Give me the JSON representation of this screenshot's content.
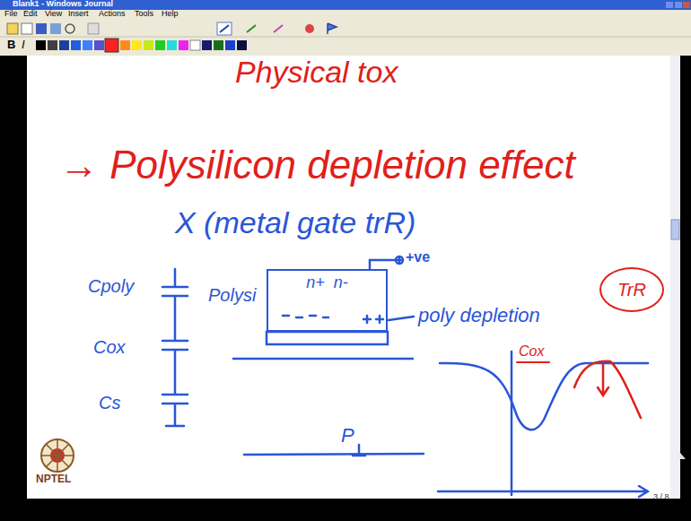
{
  "diagram": {
    "nodes": [
      {
        "text": [
          "n+",
          "n-"
        ]
      },
      {
        "text": [
          "TrR"
        ]
      }
    ],
    "labels": [
      "Blank1 - Windows Journal",
      "File",
      "Edit",
      "View",
      "Insert",
      "Actions",
      "Tools",
      "Help",
      "B",
      "I",
      "Physical tox",
      "→ Polysilicon depletion effect",
      "X (metal gate trR)",
      "+ve",
      "Cpoly",
      "Cox",
      "Cs",
      "Polysi",
      "poly depletion",
      "Cox",
      "P",
      "NPTEL",
      "3 / 8"
    ]
  }
}
